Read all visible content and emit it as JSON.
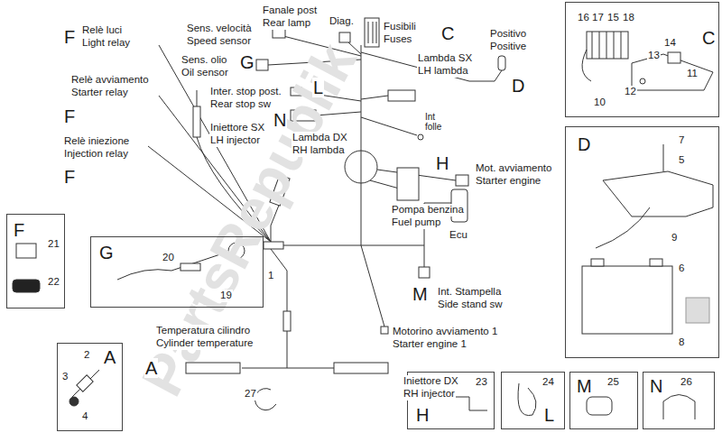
{
  "diagram": {
    "nodes": [
      {
        "text": [
          "C",
          "16",
          "17",
          "15",
          "18",
          "14",
          "13",
          "11",
          "12",
          "10"
        ]
      },
      {
        "text": [
          "D",
          "7",
          "5",
          "9",
          "6",
          "8"
        ]
      },
      {
        "text": [
          "F",
          "21",
          "22"
        ]
      },
      {
        "text": [
          "G",
          "20",
          "19"
        ]
      },
      {
        "text": [
          "2",
          "A",
          "3",
          "4"
        ]
      },
      {
        "text": [
          "23",
          "H"
        ]
      },
      {
        "text": [
          "24",
          "L"
        ]
      },
      {
        "text": [
          "M",
          "25"
        ]
      },
      {
        "text": [
          "N",
          "26"
        ]
      }
    ],
    "labels": [
      "Fanale post",
      "Rear lamp",
      "Diag.",
      "Fusibili",
      "Fuses",
      "C",
      "Sens. velocità",
      "Speed sensor",
      "F",
      "Relè luci",
      "Light relay",
      "G",
      "Sens. olio",
      "Oil sensor",
      "Positivo",
      "Positive",
      "D",
      "Relè avviamento",
      "Starter relay",
      "F",
      "Lambda SX",
      "LH lambda",
      "Inter. stop post.",
      "Rear stop sw",
      "L",
      "N",
      "Lambda DX",
      "RH lambda",
      "Int",
      "folle",
      "Relè iniezione",
      "Injection relay",
      "F",
      "Iniettore SX",
      "LH injector",
      "H",
      "Mot. avviamento",
      "Starter engine",
      "Pompa benzina",
      "Fuel pump",
      "Ecu",
      "1",
      "M",
      "Int. Stampella",
      "Side stand sw",
      "Temperatura cilindro",
      "Cylinder temperature",
      "Motorino avviamento 1",
      "Starter engine 1",
      "A",
      "Iniettore DX",
      "RH injector",
      "27",
      "PartsRepublik"
    ]
  }
}
